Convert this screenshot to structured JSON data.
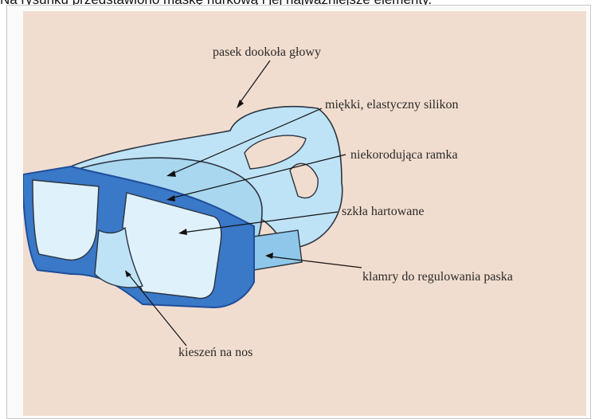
{
  "caption_fragment": "Na rysunku przedstawiono maskę nurkową i jej najważniejsze elementy.",
  "diagram": {
    "labels": {
      "strap": "pasek dookoła głowy",
      "silicone": "miękki, elastyczny silikon",
      "frame": "niekorodująca ramka",
      "glass": "szkła hartowane",
      "buckles": "klamry do regulowania paska",
      "nose_pocket": "kieszeń na nos"
    },
    "colors": {
      "background": "#f1ddcf",
      "silicone": "#bfe3f6",
      "frame": "#3a78c8",
      "frame_dark": "#1f4e9c",
      "outline": "#2b3440"
    }
  }
}
